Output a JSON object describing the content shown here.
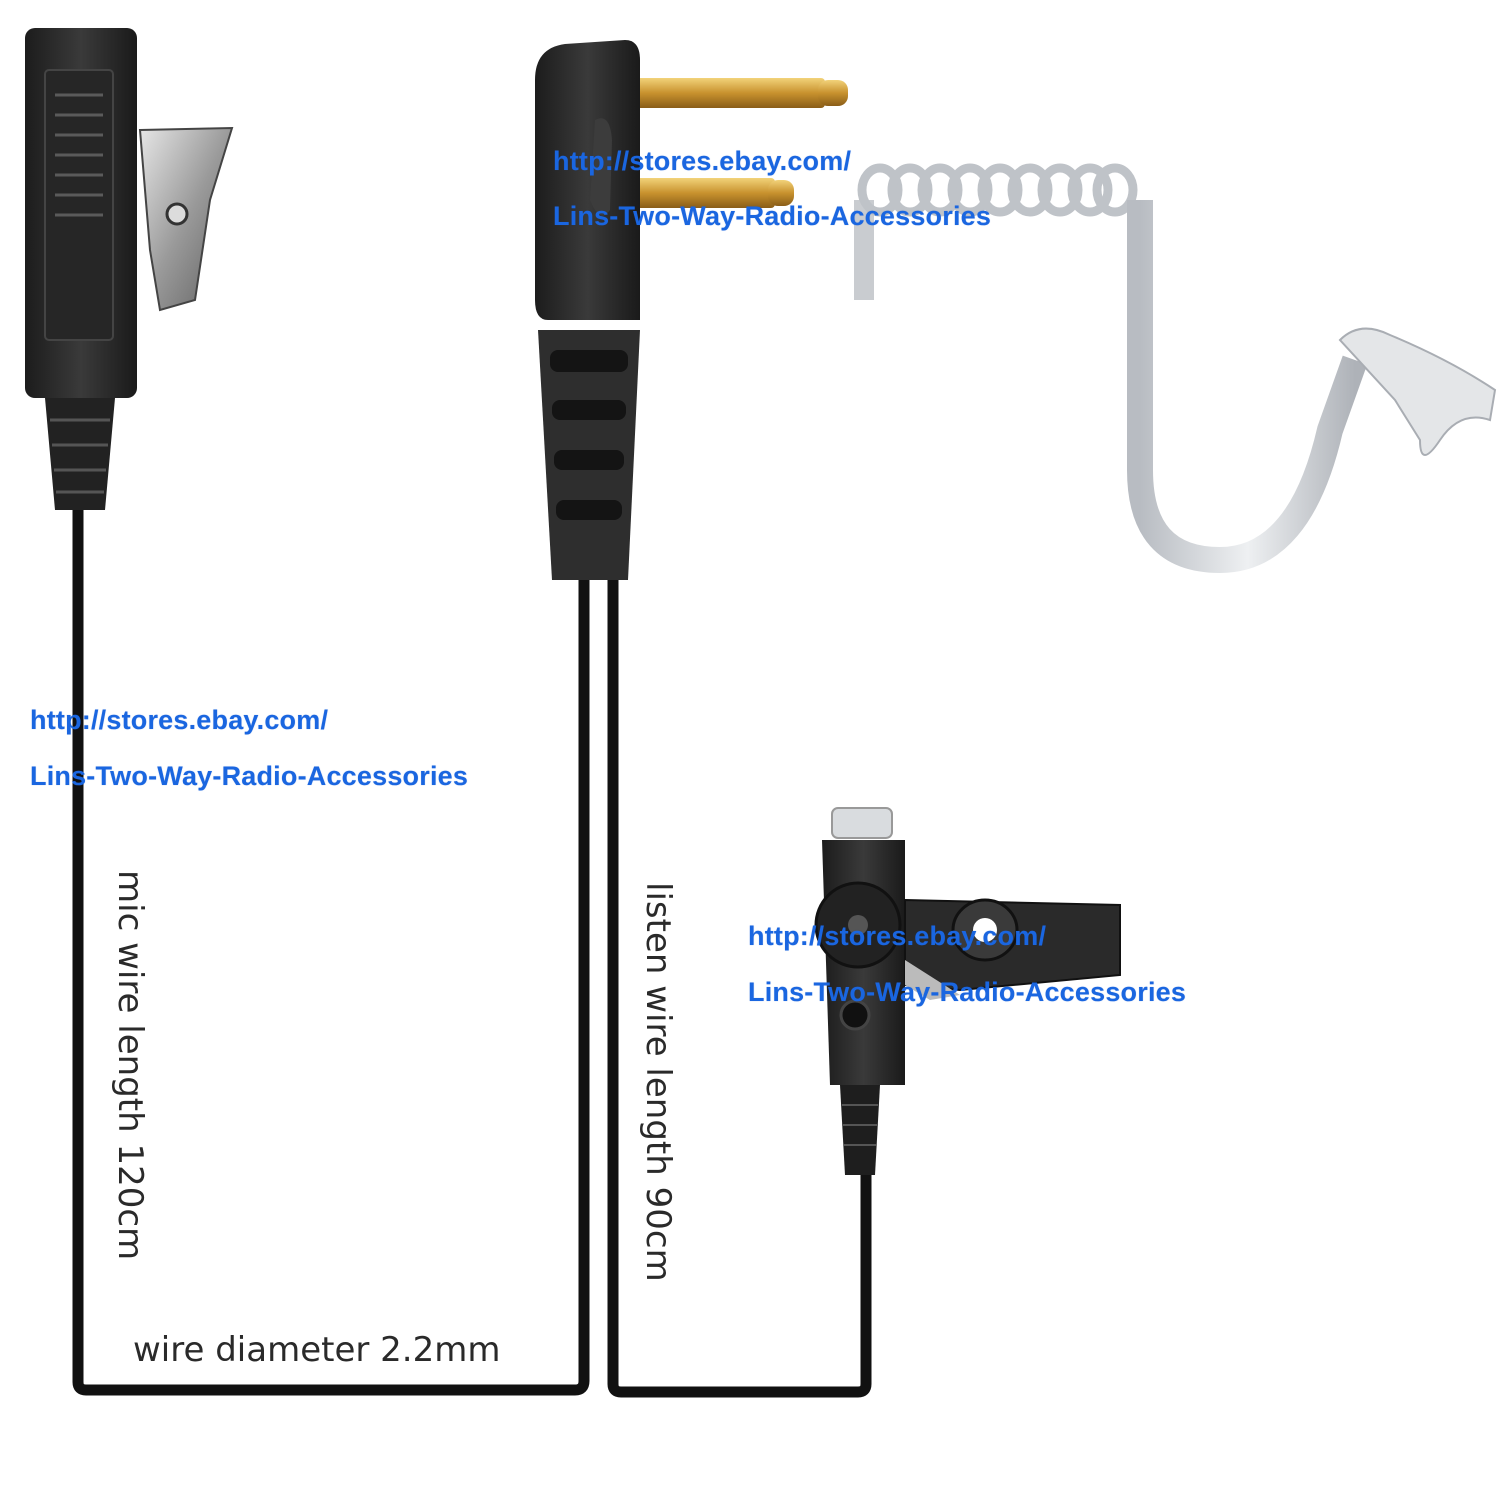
{
  "watermarks": {
    "top_line1": "http://stores.ebay.com/",
    "top_line2": "Lins-Two-Way-Radio-Accessories",
    "left_line1": "http://stores.ebay.com/",
    "left_line2": "Lins-Two-Way-Radio-Accessories",
    "right_line1": "http://stores.ebay.com/",
    "right_line2": "Lins-Two-Way-Radio-Accessories"
  },
  "labels": {
    "mic_wire": "mic wire length 120cm",
    "listen_wire": "listen wire length 90cm",
    "diameter": "wire diameter 2.2mm"
  },
  "colors": {
    "watermark": "#1a66e0",
    "cable": "#111111",
    "plastic": "#2b2b2b",
    "tube": "#c9ccd0",
    "gold": "#d9a441"
  }
}
